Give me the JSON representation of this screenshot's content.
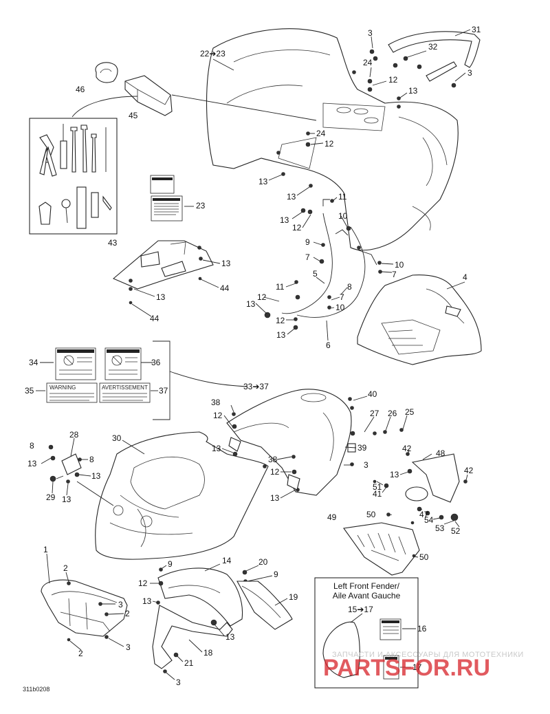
{
  "part_labels": [
    {
      "id": "l31",
      "text": "31"
    },
    {
      "id": "l3a",
      "text": "3"
    },
    {
      "id": "l32",
      "text": "32"
    },
    {
      "id": "l3b",
      "text": "3"
    },
    {
      "id": "l22",
      "text": "22➔23"
    },
    {
      "id": "l24a",
      "text": "24"
    },
    {
      "id": "l12a",
      "text": "12"
    },
    {
      "id": "l13a",
      "text": "13"
    },
    {
      "id": "l46",
      "text": "46"
    },
    {
      "id": "l45",
      "text": "45"
    },
    {
      "id": "l24b",
      "text": "24"
    },
    {
      "id": "l12b",
      "text": "12"
    },
    {
      "id": "l13b",
      "text": "13"
    },
    {
      "id": "l13c",
      "text": "13"
    },
    {
      "id": "l23",
      "text": "23"
    },
    {
      "id": "l11a",
      "text": "11"
    },
    {
      "id": "l13d",
      "text": "13"
    },
    {
      "id": "l12c",
      "text": "12"
    },
    {
      "id": "l10a",
      "text": "10"
    },
    {
      "id": "l9a",
      "text": "9"
    },
    {
      "id": "l7a",
      "text": "7"
    },
    {
      "id": "l10b",
      "text": "10"
    },
    {
      "id": "l7b",
      "text": "7"
    },
    {
      "id": "l43",
      "text": "43"
    },
    {
      "id": "l13e",
      "text": "13"
    },
    {
      "id": "l44a",
      "text": "44"
    },
    {
      "id": "l13f",
      "text": "13"
    },
    {
      "id": "l44b",
      "text": "44"
    },
    {
      "id": "l4",
      "text": "4"
    },
    {
      "id": "l5",
      "text": "5"
    },
    {
      "id": "l11b",
      "text": "11"
    },
    {
      "id": "l8a",
      "text": "8"
    },
    {
      "id": "l12d",
      "text": "12"
    },
    {
      "id": "l7c",
      "text": "7"
    },
    {
      "id": "l13g",
      "text": "13"
    },
    {
      "id": "l10c",
      "text": "10"
    },
    {
      "id": "l12e",
      "text": "12"
    },
    {
      "id": "l13h",
      "text": "13"
    },
    {
      "id": "l6",
      "text": "6"
    },
    {
      "id": "l34",
      "text": "34"
    },
    {
      "id": "l36",
      "text": "36"
    },
    {
      "id": "l35",
      "text": "35"
    },
    {
      "id": "l37",
      "text": "37"
    },
    {
      "id": "l33",
      "text": "33➔37"
    },
    {
      "id": "l40",
      "text": "40"
    },
    {
      "id": "l38a",
      "text": "38"
    },
    {
      "id": "l12f",
      "text": "12"
    },
    {
      "id": "l27",
      "text": "27"
    },
    {
      "id": "l26",
      "text": "26"
    },
    {
      "id": "l25",
      "text": "25"
    },
    {
      "id": "l28",
      "text": "28"
    },
    {
      "id": "l8b",
      "text": "8"
    },
    {
      "id": "l30",
      "text": "30"
    },
    {
      "id": "l13i",
      "text": "13"
    },
    {
      "id": "l39",
      "text": "39"
    },
    {
      "id": "l13j",
      "text": "13"
    },
    {
      "id": "l8c",
      "text": "8"
    },
    {
      "id": "l3c",
      "text": "3"
    },
    {
      "id": "l38b",
      "text": "38"
    },
    {
      "id": "l12g",
      "text": "12"
    },
    {
      "id": "l42a",
      "text": "42"
    },
    {
      "id": "l48",
      "text": "48"
    },
    {
      "id": "l13k",
      "text": "13"
    },
    {
      "id": "l42b",
      "text": "42"
    },
    {
      "id": "l29",
      "text": "29"
    },
    {
      "id": "l13l",
      "text": "13"
    },
    {
      "id": "l13m",
      "text": "13"
    },
    {
      "id": "l13n",
      "text": "13"
    },
    {
      "id": "l51",
      "text": "51"
    },
    {
      "id": "l41",
      "text": "41"
    },
    {
      "id": "l47",
      "text": "47"
    },
    {
      "id": "l50a",
      "text": "50"
    },
    {
      "id": "l54",
      "text": "54"
    },
    {
      "id": "l49",
      "text": "49"
    },
    {
      "id": "l53",
      "text": "53"
    },
    {
      "id": "l52",
      "text": "52"
    },
    {
      "id": "l50b",
      "text": "50"
    },
    {
      "id": "l1",
      "text": "1"
    },
    {
      "id": "l14",
      "text": "14"
    },
    {
      "id": "l2a",
      "text": "2"
    },
    {
      "id": "l9b",
      "text": "9"
    },
    {
      "id": "l20",
      "text": "20"
    },
    {
      "id": "l9c",
      "text": "9"
    },
    {
      "id": "l12h",
      "text": "12"
    },
    {
      "id": "l3d",
      "text": "3"
    },
    {
      "id": "l2b",
      "text": "2"
    },
    {
      "id": "l13o",
      "text": "13"
    },
    {
      "id": "l19",
      "text": "19"
    },
    {
      "id": "l13p",
      "text": "13"
    },
    {
      "id": "l3e",
      "text": "3"
    },
    {
      "id": "l2c",
      "text": "2"
    },
    {
      "id": "l18",
      "text": "18"
    },
    {
      "id": "l21",
      "text": "21"
    },
    {
      "id": "l3f",
      "text": "3"
    },
    {
      "id": "l15",
      "text": "15➔17"
    },
    {
      "id": "l16",
      "text": "16"
    },
    {
      "id": "l17",
      "text": "17"
    }
  ],
  "inset": {
    "title_line1": "Left Front Fender/",
    "title_line2": "Aile Avant Gauche"
  },
  "decals": {
    "warning": "WARNING",
    "avertissement": "AVERTISSEMENT"
  },
  "doc_code": "311b0208",
  "watermark": {
    "line1": "ЗАПЧАСТИ И АКСЕССУАРЫ ДЛЯ МОТОТЕХНИКИ",
    "line2": "PARTSFOR.RU"
  }
}
